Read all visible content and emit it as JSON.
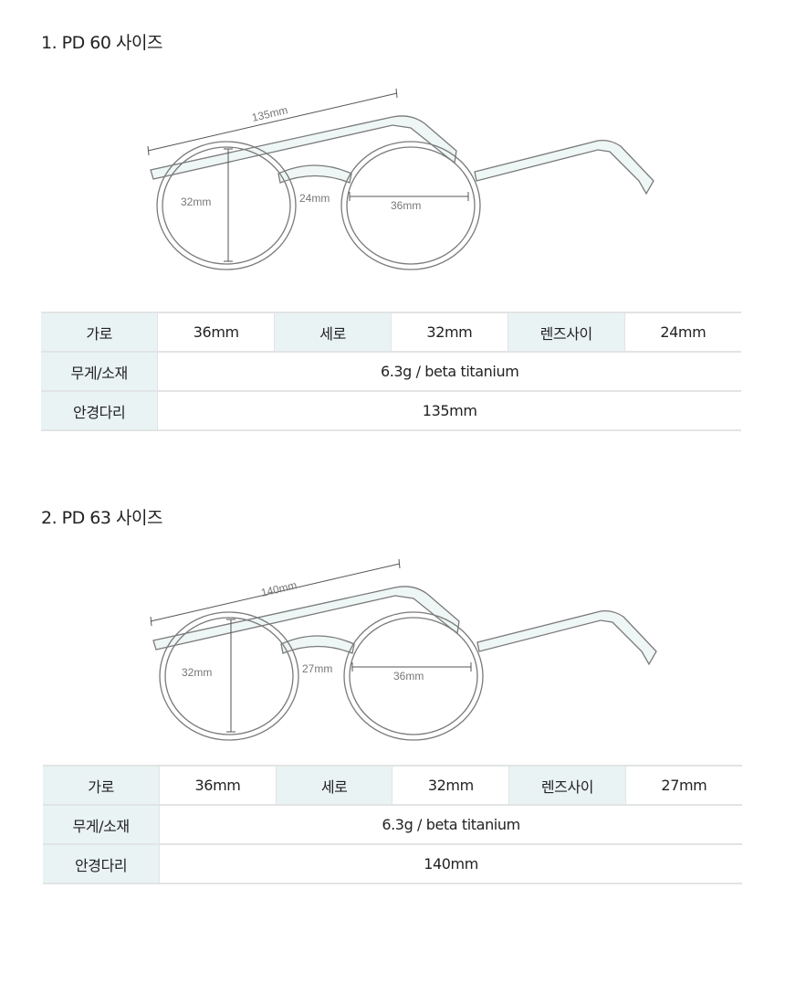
{
  "sections": [
    {
      "title": "1. PD 60 사이즈",
      "diagram": {
        "temple": "135mm",
        "height": "32mm",
        "bridge": "24mm",
        "width": "36mm"
      },
      "table": {
        "width_label": "가로",
        "width": "36mm",
        "height_label": "세로",
        "height": "32mm",
        "bridge_label": "렌즈사이",
        "bridge": "24mm",
        "weight_label": "무게/소재",
        "weight": "6.3g / beta titanium",
        "temple_label": "안경다리",
        "temple": "135mm"
      }
    },
    {
      "title": "2. PD 63 사이즈",
      "diagram": {
        "temple": "140mm",
        "height": "32mm",
        "bridge": "27mm",
        "width": "36mm"
      },
      "table": {
        "width_label": "가로",
        "width": "36mm",
        "height_label": "세로",
        "height": "32mm",
        "bridge_label": "렌즈사이",
        "bridge": "27mm",
        "weight_label": "무게/소재",
        "weight": "6.3g / beta titanium",
        "temple_label": "안경다리",
        "temple": "140mm"
      }
    }
  ]
}
